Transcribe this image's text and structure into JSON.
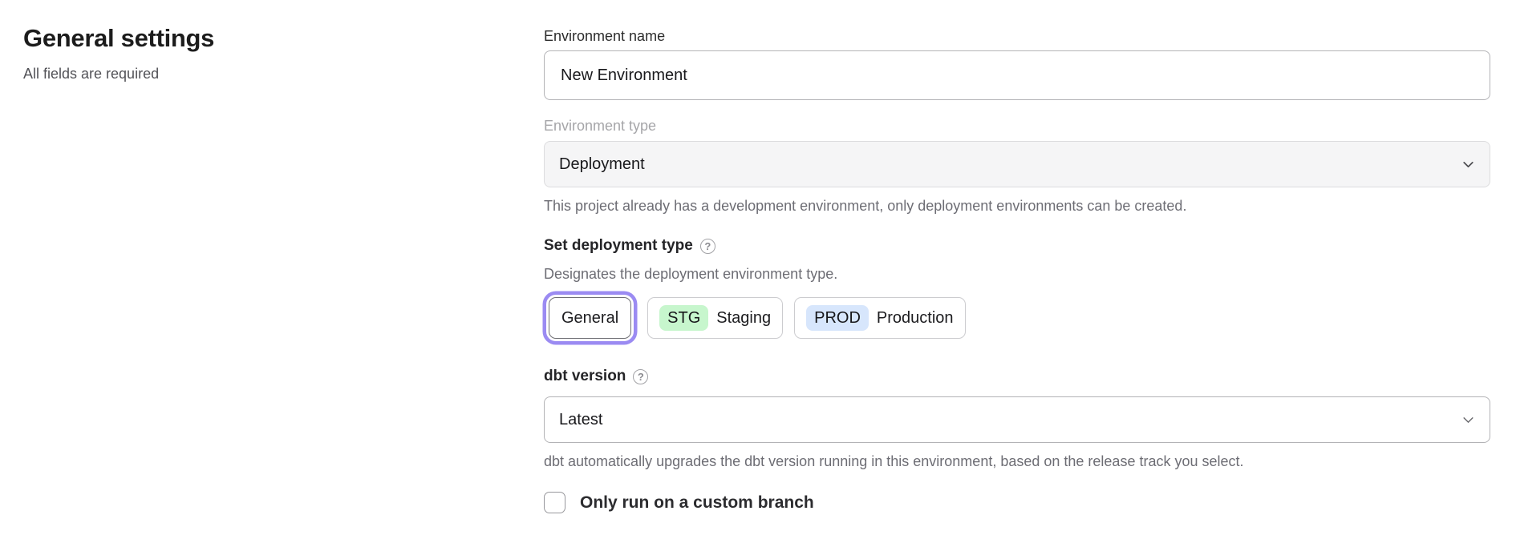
{
  "panel": {
    "title": "General settings",
    "subtitle": "All fields are required"
  },
  "form": {
    "environment_name": {
      "label": "Environment name",
      "value": "New Environment"
    },
    "environment_type": {
      "label": "Environment type",
      "value": "Deployment",
      "helper": "This project already has a development environment, only deployment environments can be created."
    },
    "deployment_type": {
      "label": "Set deployment type",
      "help_icon": "?",
      "description": "Designates the deployment environment type.",
      "options": [
        {
          "label": "General",
          "badge": "",
          "selected": true
        },
        {
          "label": "Staging",
          "badge": "STG",
          "selected": false
        },
        {
          "label": "Production",
          "badge": "PROD",
          "selected": false
        }
      ]
    },
    "dbt_version": {
      "label": "dbt version",
      "help_icon": "?",
      "value": "Latest",
      "helper": "dbt automatically upgrades the dbt version running in this environment, based on the release track you select."
    },
    "custom_branch": {
      "label": "Only run on a custom branch",
      "checked": false
    }
  },
  "colors": {
    "accent_ring": "#9b8bf2",
    "staging_badge": "#c7f6cd",
    "production_badge": "#d7e6fc"
  }
}
